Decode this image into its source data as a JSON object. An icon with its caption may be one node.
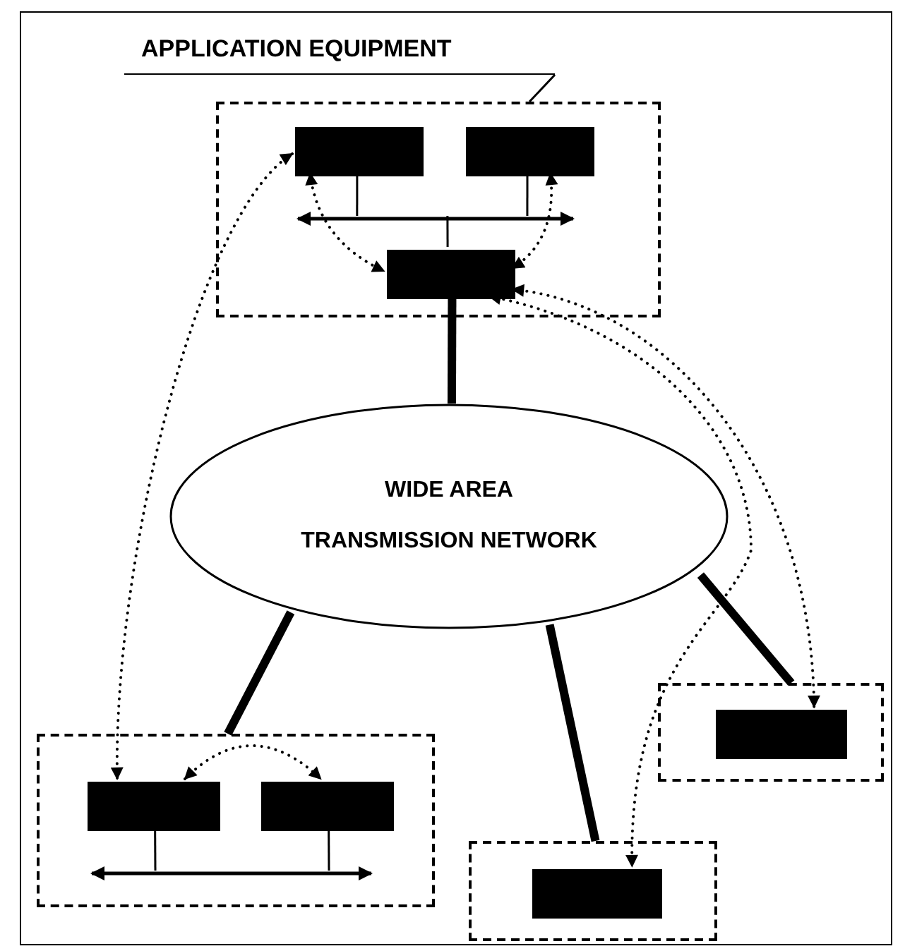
{
  "diagram": {
    "nodes": [
      {
        "text": [
          "APPLICATION EQUIPMENT"
        ]
      },
      {
        "text": [],
        "shape": "box"
      },
      {
        "text": [],
        "shape": "box",
        "in": 1
      },
      {
        "text": [],
        "shape": "box",
        "in": 1
      },
      {
        "text": [],
        "shape": "bar",
        "in": 1
      },
      {
        "text": [],
        "shape": "box",
        "in": 1
      },
      {
        "text": [
          "WIDE AREA TRANSMISSION NETWORK"
        ]
      },
      {
        "text": [],
        "shape": "box"
      },
      {
        "text": [],
        "shape": "box",
        "in": 7
      },
      {
        "text": [],
        "shape": "box"
      },
      {
        "text": [],
        "shape": "box",
        "in": 9
      },
      {
        "text": [],
        "shape": "box",
        "in": 9
      },
      {
        "text": [],
        "shape": "bar",
        "in": 9
      },
      {
        "text": [],
        "shape": "box"
      },
      {
        "text": [],
        "shape": "box",
        "in": 13
      }
    ],
    "edges": [
      {
        "from": 0,
        "to": 1,
        "arrow": "none"
      },
      {
        "from": 2,
        "to": 4,
        "arrow": "none"
      },
      {
        "from": 3,
        "to": 4,
        "arrow": "none"
      },
      {
        "from": 4,
        "to": 5,
        "arrow": "none"
      },
      {
        "from": 5,
        "to": 6,
        "arrow": "none",
        "style": "thick"
      },
      {
        "from": 6,
        "to": 9,
        "arrow": "none",
        "style": "thick"
      },
      {
        "from": 6,
        "to": 13,
        "arrow": "none",
        "style": "thick"
      },
      {
        "from": 6,
        "to": 7,
        "arrow": "none",
        "style": "thick"
      },
      {
        "from": 10,
        "to": 12,
        "arrow": "none"
      },
      {
        "from": 11,
        "to": 12,
        "arrow": "none"
      },
      {
        "from": 2,
        "to": 10,
        "arrow": "both",
        "style": "dashed"
      },
      {
        "from": 2,
        "to": 5,
        "arrow": "both",
        "style": "dashed"
      },
      {
        "from": 3,
        "to": 5,
        "arrow": "both",
        "style": "dashed"
      },
      {
        "from": 5,
        "to": 8,
        "arrow": "both",
        "style": "dashed"
      },
      {
        "from": 5,
        "to": 14,
        "arrow": "both",
        "style": "dashed"
      },
      {
        "from": 10,
        "to": 11,
        "arrow": "both",
        "style": "dashed"
      }
    ]
  }
}
